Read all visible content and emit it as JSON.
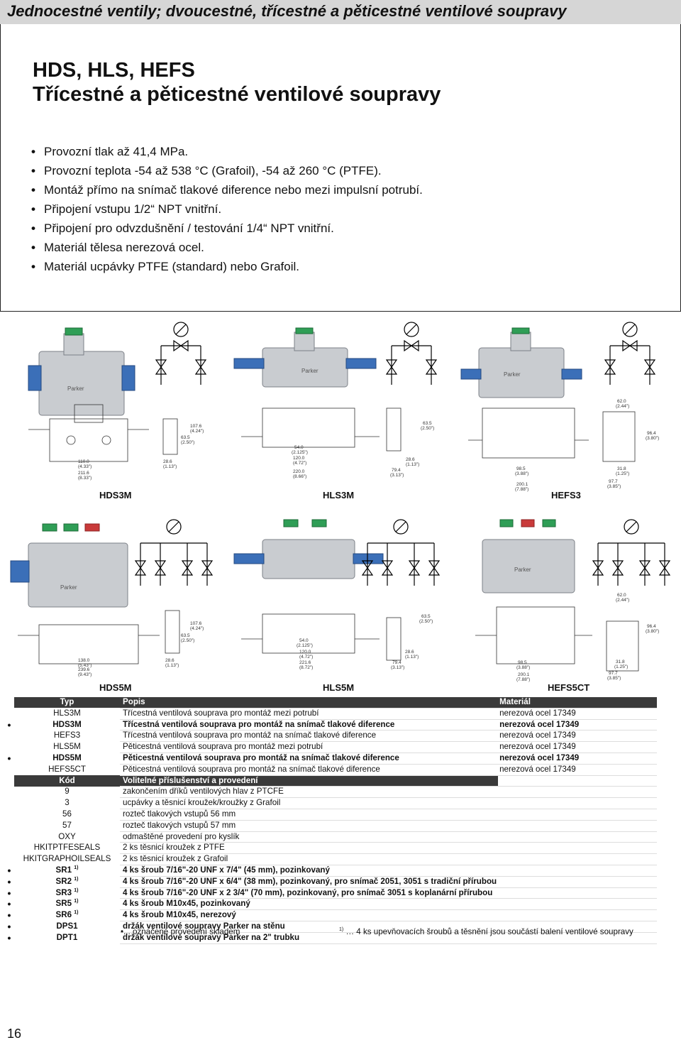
{
  "header": {
    "title": "Jednocestné ventily; dvoucestné, třícestné a pěticestné ventilové soupravy"
  },
  "intro": {
    "title_line1": "HDS, HLS, HEFS",
    "title_line2": "Třícestné a pěticestné ventilové soupravy",
    "bullets": [
      "Provozní tlak až 41,4 MPa.",
      "Provozní teplota -54 až 538 °C (Grafoil), -54 až 260 °C (PTFE).",
      "Montáž přímo na snímač tlakové diference nebo mezi impulsní potrubí.",
      "Připojení vstupu 1/2“ NPT vnitřní.",
      "Připojení pro odvzdušnění / testování 1/4“ NPT vnitřní.",
      "Materiál tělesa nerezová ocel.",
      "Materiál ucpávky PTFE (standard) nebo Grafoil."
    ]
  },
  "figures": {
    "row1": {
      "models": [
        "HDS3M",
        "HLS3M",
        "HEFS3"
      ],
      "hds_dims": [
        "110.0",
        "(4.33\")",
        "211.6",
        "(8.33\")",
        "107.6",
        "(4.24\")",
        "63.5",
        "(2.50\")",
        "28.6",
        "(1.13\")"
      ],
      "hls_dims": [
        "54.0",
        "(2.125\")",
        "120.0",
        "(4.72\")",
        "220.0",
        "(8.66\")",
        "63.5",
        "(2.50\")",
        "28.6",
        "(1.13\")",
        "79.4",
        "(3.13\")"
      ],
      "hefs_dims": [
        "62.0",
        "(2.44\")",
        "96.4",
        "(3.80\")",
        "98.5",
        "(3.88\")",
        "200.1",
        "(7.88\")",
        "31.8",
        "(1.25\")",
        "97.7",
        "(3.85\")"
      ]
    },
    "row2": {
      "models": [
        "HDS5M",
        "HLS5M",
        "HEFS5CT"
      ],
      "hds_dims": [
        "138.0",
        "(5.43\")",
        "239.6",
        "(9.43\")",
        "107.6",
        "(4.24\")",
        "63.5",
        "(2.50\")",
        "28.6",
        "(1.13\")"
      ],
      "hls_dims": [
        "54.0",
        "(2.125\")",
        "120.0",
        "(4.72\")",
        "221.6",
        "(8.72\")",
        "63.5",
        "(2.50\")",
        "28.6",
        "(1.13\")",
        "79.4",
        "(3.13\")"
      ],
      "hefs_dims": [
        "62.0",
        "(2.44\")",
        "96.4",
        "(3.80\")",
        "98.5",
        "(3.88\")",
        "200.1",
        "(7.88\")",
        "31.8",
        "(1.25\")",
        "97.7",
        "(3.85\")"
      ]
    }
  },
  "table": {
    "headers": {
      "typ": "Typ",
      "popis": "Popis",
      "material": "Materiál"
    },
    "rows": [
      {
        "stock": false,
        "bold": false,
        "code": "HLS3M",
        "desc": "Třícestná ventilová souprava pro montáž mezi potrubí",
        "mat": "nerezová ocel 17349"
      },
      {
        "stock": true,
        "bold": true,
        "code": "HDS3M",
        "desc": "Třícestná ventilová souprava pro montáž na snímač tlakové diference",
        "mat": "nerezová ocel 17349"
      },
      {
        "stock": false,
        "bold": false,
        "code": "HEFS3",
        "desc": "Třícestná ventilová souprava pro montáž na snímač tlakové diference",
        "mat": "nerezová ocel 17349"
      },
      {
        "stock": false,
        "bold": false,
        "code": "HLS5M",
        "desc": "Pěticestná ventilová souprava pro montáž mezi potrubí",
        "mat": "nerezová ocel 17349"
      },
      {
        "stock": true,
        "bold": true,
        "code": "HDS5M",
        "desc": "Pěticestná ventilová souprava pro montáž na snímač tlakové diference",
        "mat": "nerezová ocel 17349"
      },
      {
        "stock": false,
        "bold": false,
        "code": "HEFS5CT",
        "desc": "Pěticestná ventilová souprava pro montáž na snímač tlakové diference",
        "mat": "nerezová ocel 17349"
      }
    ],
    "options_header": {
      "kod": "Kód",
      "popis": "Volitelné příslušenství a provedení"
    },
    "options": [
      {
        "stock": false,
        "bold": false,
        "code": "9",
        "sup": "",
        "desc": "zakončením dříků ventilových hlav z PTCFE"
      },
      {
        "stock": false,
        "bold": false,
        "code": "3",
        "sup": "",
        "desc": "ucpávky a těsnicí kroužek/kroužky z Grafoil"
      },
      {
        "stock": false,
        "bold": false,
        "code": "56",
        "sup": "",
        "desc": "rozteč tlakových vstupů 56 mm"
      },
      {
        "stock": false,
        "bold": false,
        "code": "57",
        "sup": "",
        "desc": "rozteč tlakových vstupů 57 mm"
      },
      {
        "stock": false,
        "bold": false,
        "code": "OXY",
        "sup": "",
        "desc": "odmaštěné provedení pro kyslík"
      },
      {
        "stock": false,
        "bold": false,
        "code": "HKITPTFESEALS",
        "sup": "",
        "desc": "2 ks těsnicí kroužek z PTFE"
      },
      {
        "stock": false,
        "bold": false,
        "code": "HKITGRAPHOILSEALS",
        "sup": "",
        "desc": "2 ks těsnicí kroužek z Grafoil"
      },
      {
        "stock": true,
        "bold": true,
        "code": "SR1",
        "sup": "1)",
        "desc": "4 ks šroub 7/16\"-20 UNF x 7/4\" (45 mm), pozinkovaný"
      },
      {
        "stock": true,
        "bold": true,
        "code": "SR2",
        "sup": "1)",
        "desc": "4 ks šroub 7/16\"-20 UNF x 6/4\" (38 mm), pozinkovaný, pro snímač 2051, 3051 s tradiční přírubou"
      },
      {
        "stock": true,
        "bold": true,
        "code": "SR3",
        "sup": "1)",
        "desc": "4 ks šroub 7/16\"-20 UNF x 2 3/4\" (70 mm), pozinkovaný, pro snímač 3051 s koplanární přírubou"
      },
      {
        "stock": true,
        "bold": true,
        "code": "SR5",
        "sup": "1)",
        "desc": "4 ks šroub M10x45, pozinkovaný"
      },
      {
        "stock": true,
        "bold": true,
        "code": "SR6",
        "sup": "1)",
        "desc": "4 ks šroub M10x45, nerezový"
      },
      {
        "stock": true,
        "bold": true,
        "code": "DPS1",
        "sup": "",
        "desc": "držák ventilové soupravy Parker na stěnu"
      },
      {
        "stock": true,
        "bold": true,
        "code": "DPT1",
        "sup": "",
        "desc": "držák ventilové soupravy Parker na 2\" trubku"
      }
    ],
    "note_stock": "•... označené provedení skladem",
    "note_sup": "1)",
    "note_bolts": "… 4 ks upevňovacích šroubů a těsnění jsou součástí balení ventilové soupravy"
  },
  "page_number": "16"
}
